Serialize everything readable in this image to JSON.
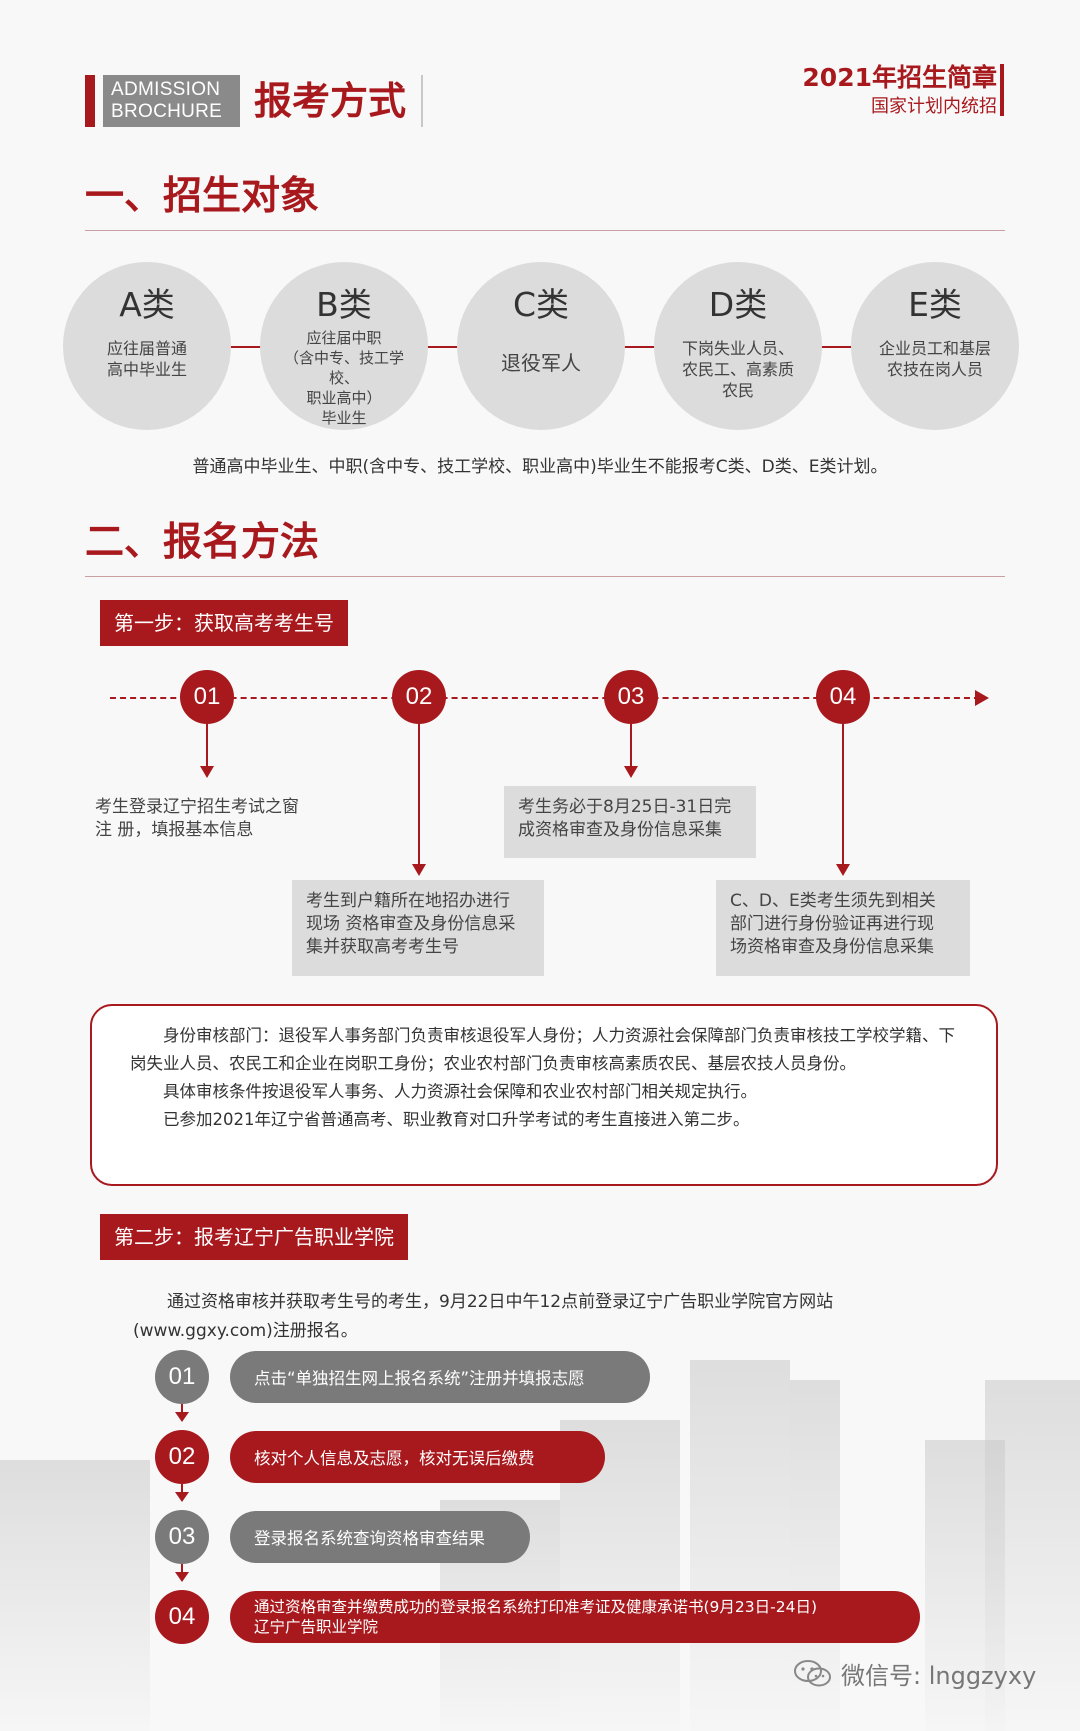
{
  "header": {
    "badge_line1": "ADMISSION",
    "badge_line2": "BROCHURE",
    "title": "报考方式",
    "right_title": "2021年招生简章",
    "right_subtitle": "国家计划内统招"
  },
  "section1": {
    "title": "一、招生对象",
    "categories": [
      {
        "name": "A类",
        "desc": [
          "应往届普通",
          "高中毕业生"
        ]
      },
      {
        "name": "B类",
        "desc": [
          "应往届中职",
          "（含中专、技工学校、",
          "职业高中）",
          "毕业生"
        ]
      },
      {
        "name": "C类",
        "desc": [
          "退役军人"
        ]
      },
      {
        "name": "D类",
        "desc": [
          "下岗失业人员、",
          "农民工、高素质",
          "农民"
        ]
      },
      {
        "name": "E类",
        "desc": [
          "企业员工和基层",
          "农技在岗人员"
        ]
      }
    ],
    "note": "普通高中毕业生、中职(含中专、技工学校、职业高中)毕业生不能报考C类、D类、E类计划。"
  },
  "section2": {
    "title": "二、报名方法",
    "step1_label": "第一步：获取高考考生号",
    "timeline": [
      {
        "num": "01",
        "text": [
          "考生登录辽宁招生考试之窗",
          "注 册，填报基本信息"
        ]
      },
      {
        "num": "02",
        "text": [
          "考生到户籍所在地招办进行",
          "现场  资格审查及身份信息采",
          "集并获取高考考生号"
        ]
      },
      {
        "num": "03",
        "text": [
          "考生务必于8月25日-31日完",
          "成资格审查及身份信息采集"
        ]
      },
      {
        "num": "04",
        "text": [
          "C、D、E类考生须先到相关",
          "部门进行身份验证再进行现",
          "场资格审查及身份信息采集"
        ]
      }
    ],
    "info": [
      "身份审核部门：退役军人事务部门负责审核退役军人身份；人力资源社会保障部门负责审核技工学校学籍、下岗失业人员、农民工和企业在岗职工身份；农业农村部门负责审核高素质农民、基层农技人员身份。",
      "具体审核条件按退役军人事务、人力资源社会保障和农业农村部门相关规定执行。",
      "已参加2021年辽宁省普通高考、职业教育对口升学考试的考生直接进入第二步。"
    ],
    "step2_label": "第二步：报考辽宁广告职业学院",
    "step2_text": "通过资格审核并获取考生号的考生，9月22日中午12点前登录辽宁广告职业学院官方网站(www.ggxy.com)注册报名。",
    "step2_items": [
      {
        "num": "01",
        "text": [
          "点击“单独招生网上报名系统”注册并填报志愿"
        ]
      },
      {
        "num": "02",
        "text": [
          "核对个人信息及志愿，核对无误后缴费"
        ]
      },
      {
        "num": "03",
        "text": [
          "登录报名系统查询资格审查结果"
        ]
      },
      {
        "num": "04",
        "text": [
          "通过资格审查并缴费成功的登录报名系统打印准考证及健康承诺书(9月23日-24日)",
          "辽宁广告职业学院"
        ]
      }
    ]
  },
  "watermark": {
    "label": "微信号: lnggzyxy"
  },
  "colors": {
    "accent": "#a8191e",
    "gray": "#7a7a7a",
    "circle": "#dcdcdc"
  }
}
